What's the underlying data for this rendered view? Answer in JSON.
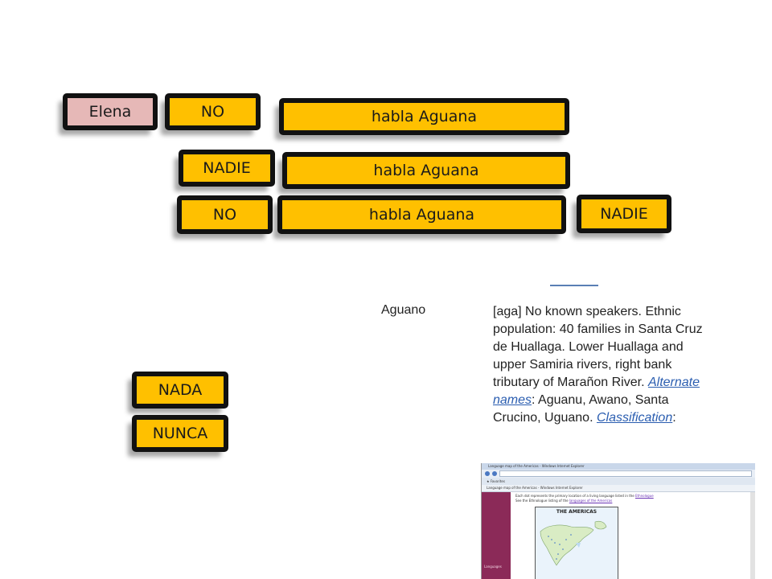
{
  "boxes": {
    "elena": "Elena",
    "no_1": "NO",
    "habla_1": "habla Aguana",
    "nadie_1": "NADIE",
    "habla_2": "habla Aguana",
    "no_2": "NO",
    "habla_3": "habla Aguana",
    "nadie_2": "NADIE",
    "nada": "NADA",
    "nunca": "NUNCA"
  },
  "ethnologue": {
    "language": "Aguano",
    "description_pre": "[aga] No known speakers. Ethnic population: 40 families in Santa Cruz de Huallaga. Lower Huallaga and upper Samiria rivers, right bank tributary of Marañon River. ",
    "alternate_names_link": "Alternate names",
    "description_mid": ": Aguanu, Awano, Santa Crucino, Uguano. ",
    "classification_link": "Classification",
    "description_post": ":"
  },
  "browser": {
    "window_title": "Language map of the Americas - Windows Internet Explorer",
    "map_title": "THE AMERICAS",
    "favorites_label": "Favorites",
    "sidebar_label": "Languages",
    "body_line_1_pre": "Each dot represents the primary location of a living language listed in the ",
    "body_line_1_link": "Ethnologue",
    "body_line_2_pre": "See the Ethnologue listing of the ",
    "body_line_2_link": "languages of the Americas",
    "colors": {
      "sidebar": "#8b2a58",
      "link_visited": "#6a33b5"
    }
  },
  "colors": {
    "box_yellow": "#ffc000",
    "box_pink": "#e6b8b7",
    "box_border": "#111111",
    "link_blue": "#2a5db0"
  }
}
